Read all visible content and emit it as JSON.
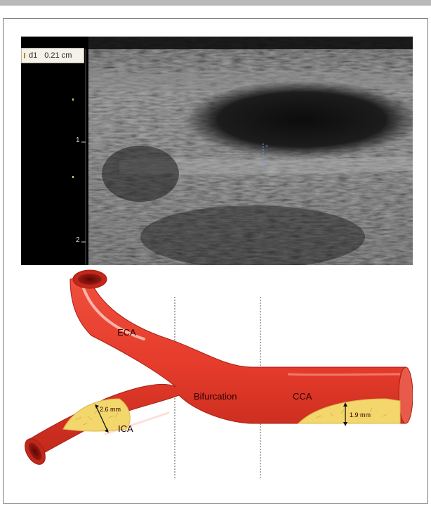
{
  "ultrasound": {
    "measurement_id": "d1",
    "measurement_value": "0.21 cm",
    "depth_ticks": [
      "1",
      "2"
    ]
  },
  "diagram": {
    "labels": {
      "eca": "ECA",
      "ica": "ICA",
      "bifurcation": "Bifurcation",
      "cca": "CCA"
    },
    "plaque_ica_thickness": "2.6 mm",
    "plaque_cca_thickness": "1.9 mm"
  },
  "colors": {
    "vessel": "#e53b2b",
    "vessel_dark": "#c0281b",
    "plaque": "#f3d66c",
    "lumen": "#7a0f0f"
  }
}
